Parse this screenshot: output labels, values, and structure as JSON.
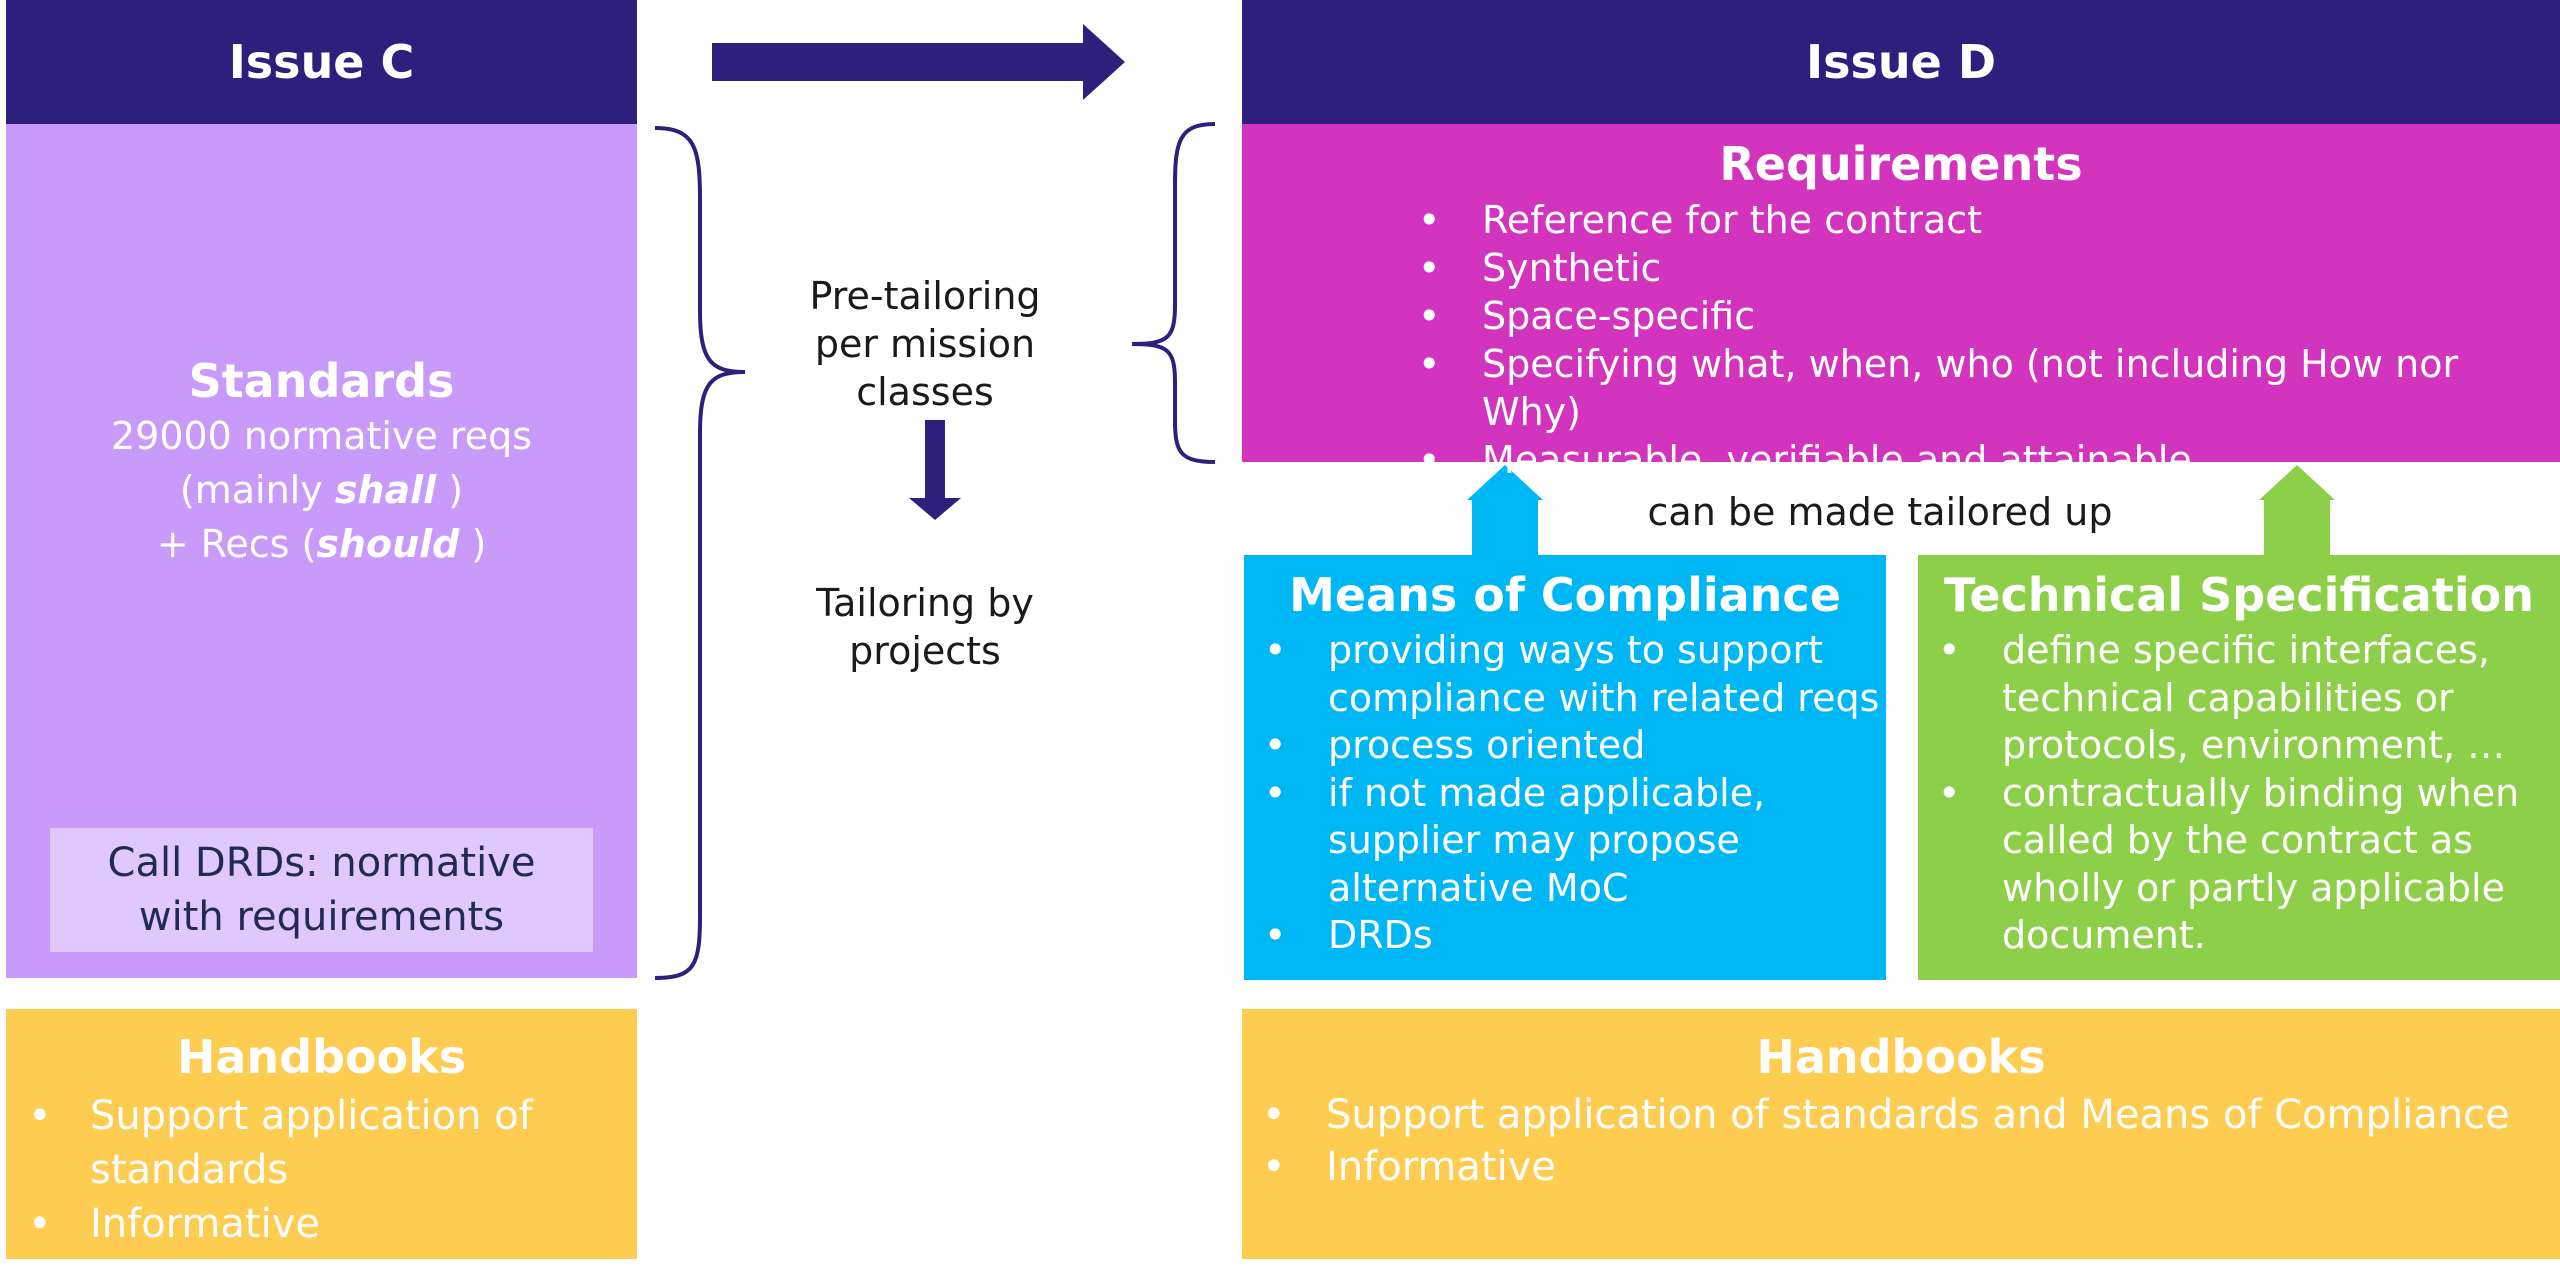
{
  "colors": {
    "header": "#2e1f7d",
    "standards": "#c89bfb",
    "drd_box": "#e1c8fc",
    "requirements": "#d234bd",
    "moc": "#00b7f5",
    "techspec": "#8ecf4a",
    "handbooks": "#fdcc50",
    "arrow": "#2e1f7d"
  },
  "issue_c": {
    "title": "Issue C",
    "standards": {
      "title": "Standards",
      "line1": "29000 normative reqs",
      "line2_prefix": "(mainly ",
      "line2_em": "shall",
      "line2_suffix": " )",
      "line3_prefix": "+ Recs (",
      "line3_em": "should",
      "line3_suffix": " )",
      "drd_line1": "Call DRDs: normative",
      "drd_line2": "with requirements"
    },
    "handbooks": {
      "title": "Handbooks",
      "bullets": [
        "Support application of",
        "standards",
        "Informative"
      ]
    }
  },
  "middle": {
    "pre_tailoring": [
      "Pre-tailoring",
      "per mission",
      "classes"
    ],
    "tailoring": [
      "Tailoring by",
      "projects"
    ]
  },
  "issue_d": {
    "title": "Issue D",
    "requirements": {
      "title": "Requirements",
      "bullets": [
        "Reference for the contract",
        "Synthetic",
        "Space-specific",
        "Specifying what, when, who (not including How nor Why)",
        "Measurable, verifiable and attainable"
      ]
    },
    "tailored_up": "can be made tailored up",
    "moc": {
      "title": "Means of Compliance",
      "bullets": [
        [
          "providing ways to support",
          "compliance with related reqs"
        ],
        [
          "process oriented"
        ],
        [
          "if not made applicable,",
          "supplier may propose",
          "alternative MoC"
        ],
        [
          "DRDs"
        ]
      ]
    },
    "techspec": {
      "title": "Technical Specification",
      "bullets": [
        [
          "define specific interfaces,",
          "technical capabilities or",
          "protocols, environment, …"
        ],
        [
          "contractually binding when",
          "called by the contract as",
          "wholly or partly applicable",
          "document."
        ]
      ]
    },
    "handbooks": {
      "title": "Handbooks",
      "bullets": [
        "Support application of standards and Means of Compliance",
        "Informative"
      ]
    }
  }
}
